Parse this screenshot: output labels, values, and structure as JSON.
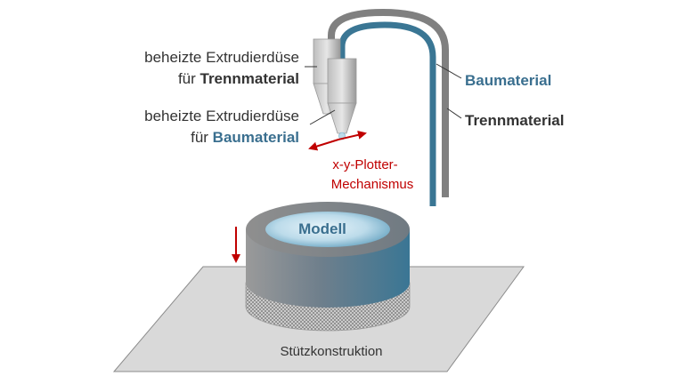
{
  "labels": {
    "nozzle_separation_line1": "beheizte Extrudierdüse",
    "nozzle_separation_prefix": "für ",
    "nozzle_separation_material": "Trennmaterial",
    "nozzle_build_line1": "beheizte Extrudierdüse",
    "nozzle_build_prefix": "für ",
    "nozzle_build_material": "Baumaterial",
    "build_material": "Baumaterial",
    "separation_material": "Trennmaterial",
    "plotter_line1": "x-y-Plotter-",
    "plotter_line2": "Mechanismus",
    "model": "Modell",
    "support": "Stützkonstruktion"
  },
  "colors": {
    "text_dark": "#333333",
    "text_blue": "#3a6f8f",
    "text_red": "#c00000",
    "tube_gray": "#808080",
    "tube_blue": "#3a7694",
    "arrow_red": "#c00000",
    "platform": "#d9d9d9",
    "platform_stroke": "#8c8c8c"
  }
}
